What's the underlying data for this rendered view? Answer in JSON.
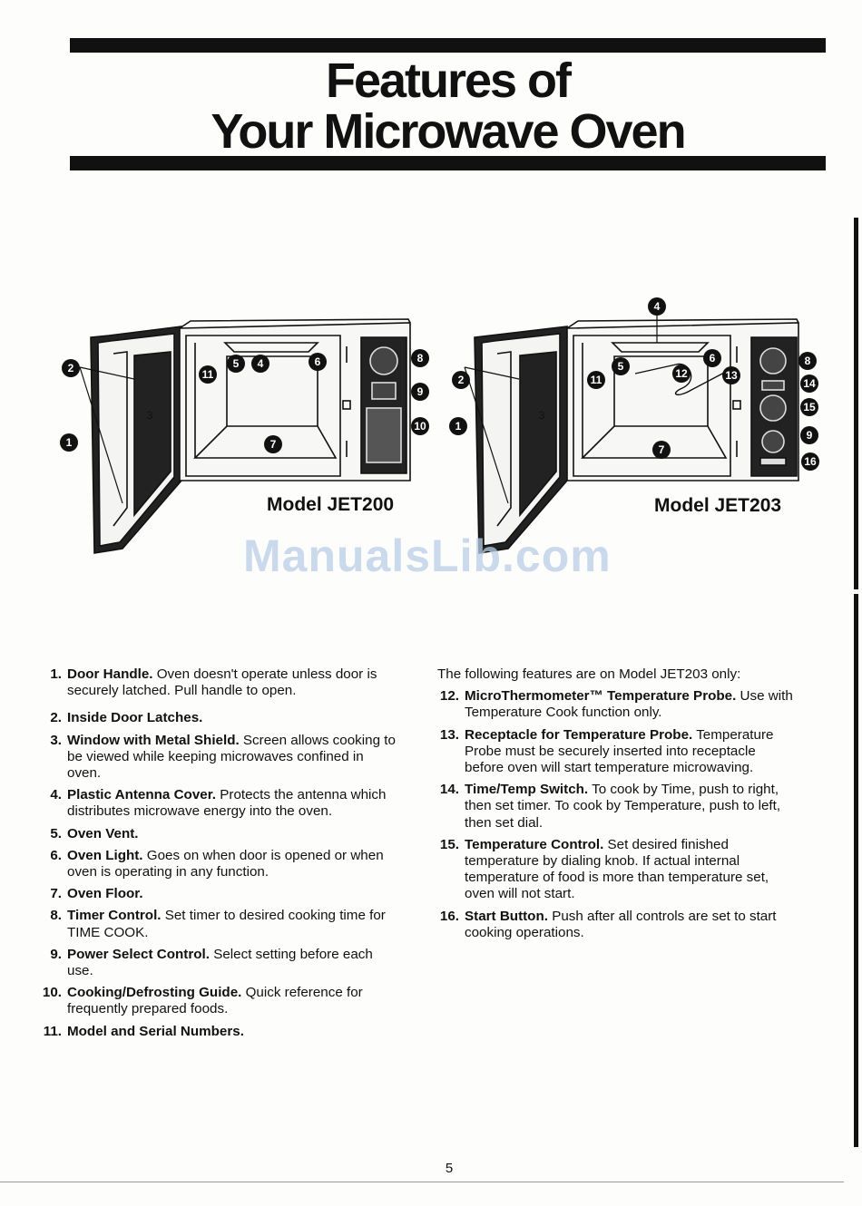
{
  "header": {
    "title_line1": "Features of",
    "title_line2": "Your Microwave Oven"
  },
  "figures": {
    "left": {
      "model_label": "Model JET200",
      "callouts": [
        "1",
        "2",
        "5",
        "4",
        "6",
        "11",
        "7",
        "8",
        "9",
        "10"
      ],
      "window_label": "3"
    },
    "right": {
      "model_label": "Model JET203",
      "callouts": [
        "1",
        "2",
        "4",
        "5",
        "6",
        "11",
        "12",
        "13",
        "7",
        "8",
        "14",
        "15",
        "9",
        "16"
      ],
      "window_label": "3"
    }
  },
  "watermark": "ManualsLib.com",
  "features_left": [
    {
      "num": "1.",
      "term": "Door Handle.",
      "desc": " Oven doesn't operate unless door is securely latched. Pull handle to open."
    },
    {
      "num": "2.",
      "term": "Inside Door Latches.",
      "desc": ""
    },
    {
      "num": "3.",
      "term": "Window with Metal Shield.",
      "desc": " Screen allows cooking to be viewed while keeping microwaves confined in oven."
    },
    {
      "num": "4.",
      "term": "Plastic Antenna Cover.",
      "desc": " Protects the antenna which distributes microwave energy into the oven."
    },
    {
      "num": "5.",
      "term": "Oven Vent.",
      "desc": ""
    },
    {
      "num": "6.",
      "term": "Oven Light.",
      "desc": " Goes on when door is opened or when oven is operating in any function."
    },
    {
      "num": "7.",
      "term": "Oven Floor.",
      "desc": ""
    },
    {
      "num": "8.",
      "term": "Timer Control.",
      "desc": " Set timer to desired cooking time for TIME COOK."
    },
    {
      "num": "9.",
      "term": "Power Select Control.",
      "desc": " Select setting before each use."
    },
    {
      "num": "10.",
      "term": "Cooking/Defrosting Guide.",
      "desc": " Quick reference for frequently prepared foods."
    },
    {
      "num": "11.",
      "term": "Model and Serial Numbers.",
      "desc": ""
    }
  ],
  "features_right_intro": "The following features are on Model JET203 only:",
  "features_right": [
    {
      "num": "12.",
      "term": "MicroThermometer™ Temperature Probe.",
      "desc": " Use with Temperature Cook function only."
    },
    {
      "num": "13.",
      "term": "Receptacle for Temperature Probe.",
      "desc": " Temperature Probe must be securely inserted into receptacle before oven will start temperature microwaving."
    },
    {
      "num": "14.",
      "term": "Time/Temp Switch.",
      "desc": " To cook by Time, push to right, then set timer. To cook by Temperature, push to left, then set dial."
    },
    {
      "num": "15.",
      "term": "Temperature Control.",
      "desc": " Set desired finished temperature by dialing knob. If actual internal temperature of food is more than temperature set, oven will not start."
    },
    {
      "num": "16.",
      "term": "Start Button.",
      "desc": " Push after all controls are set to start cooking operations."
    }
  ],
  "page_number": "5"
}
